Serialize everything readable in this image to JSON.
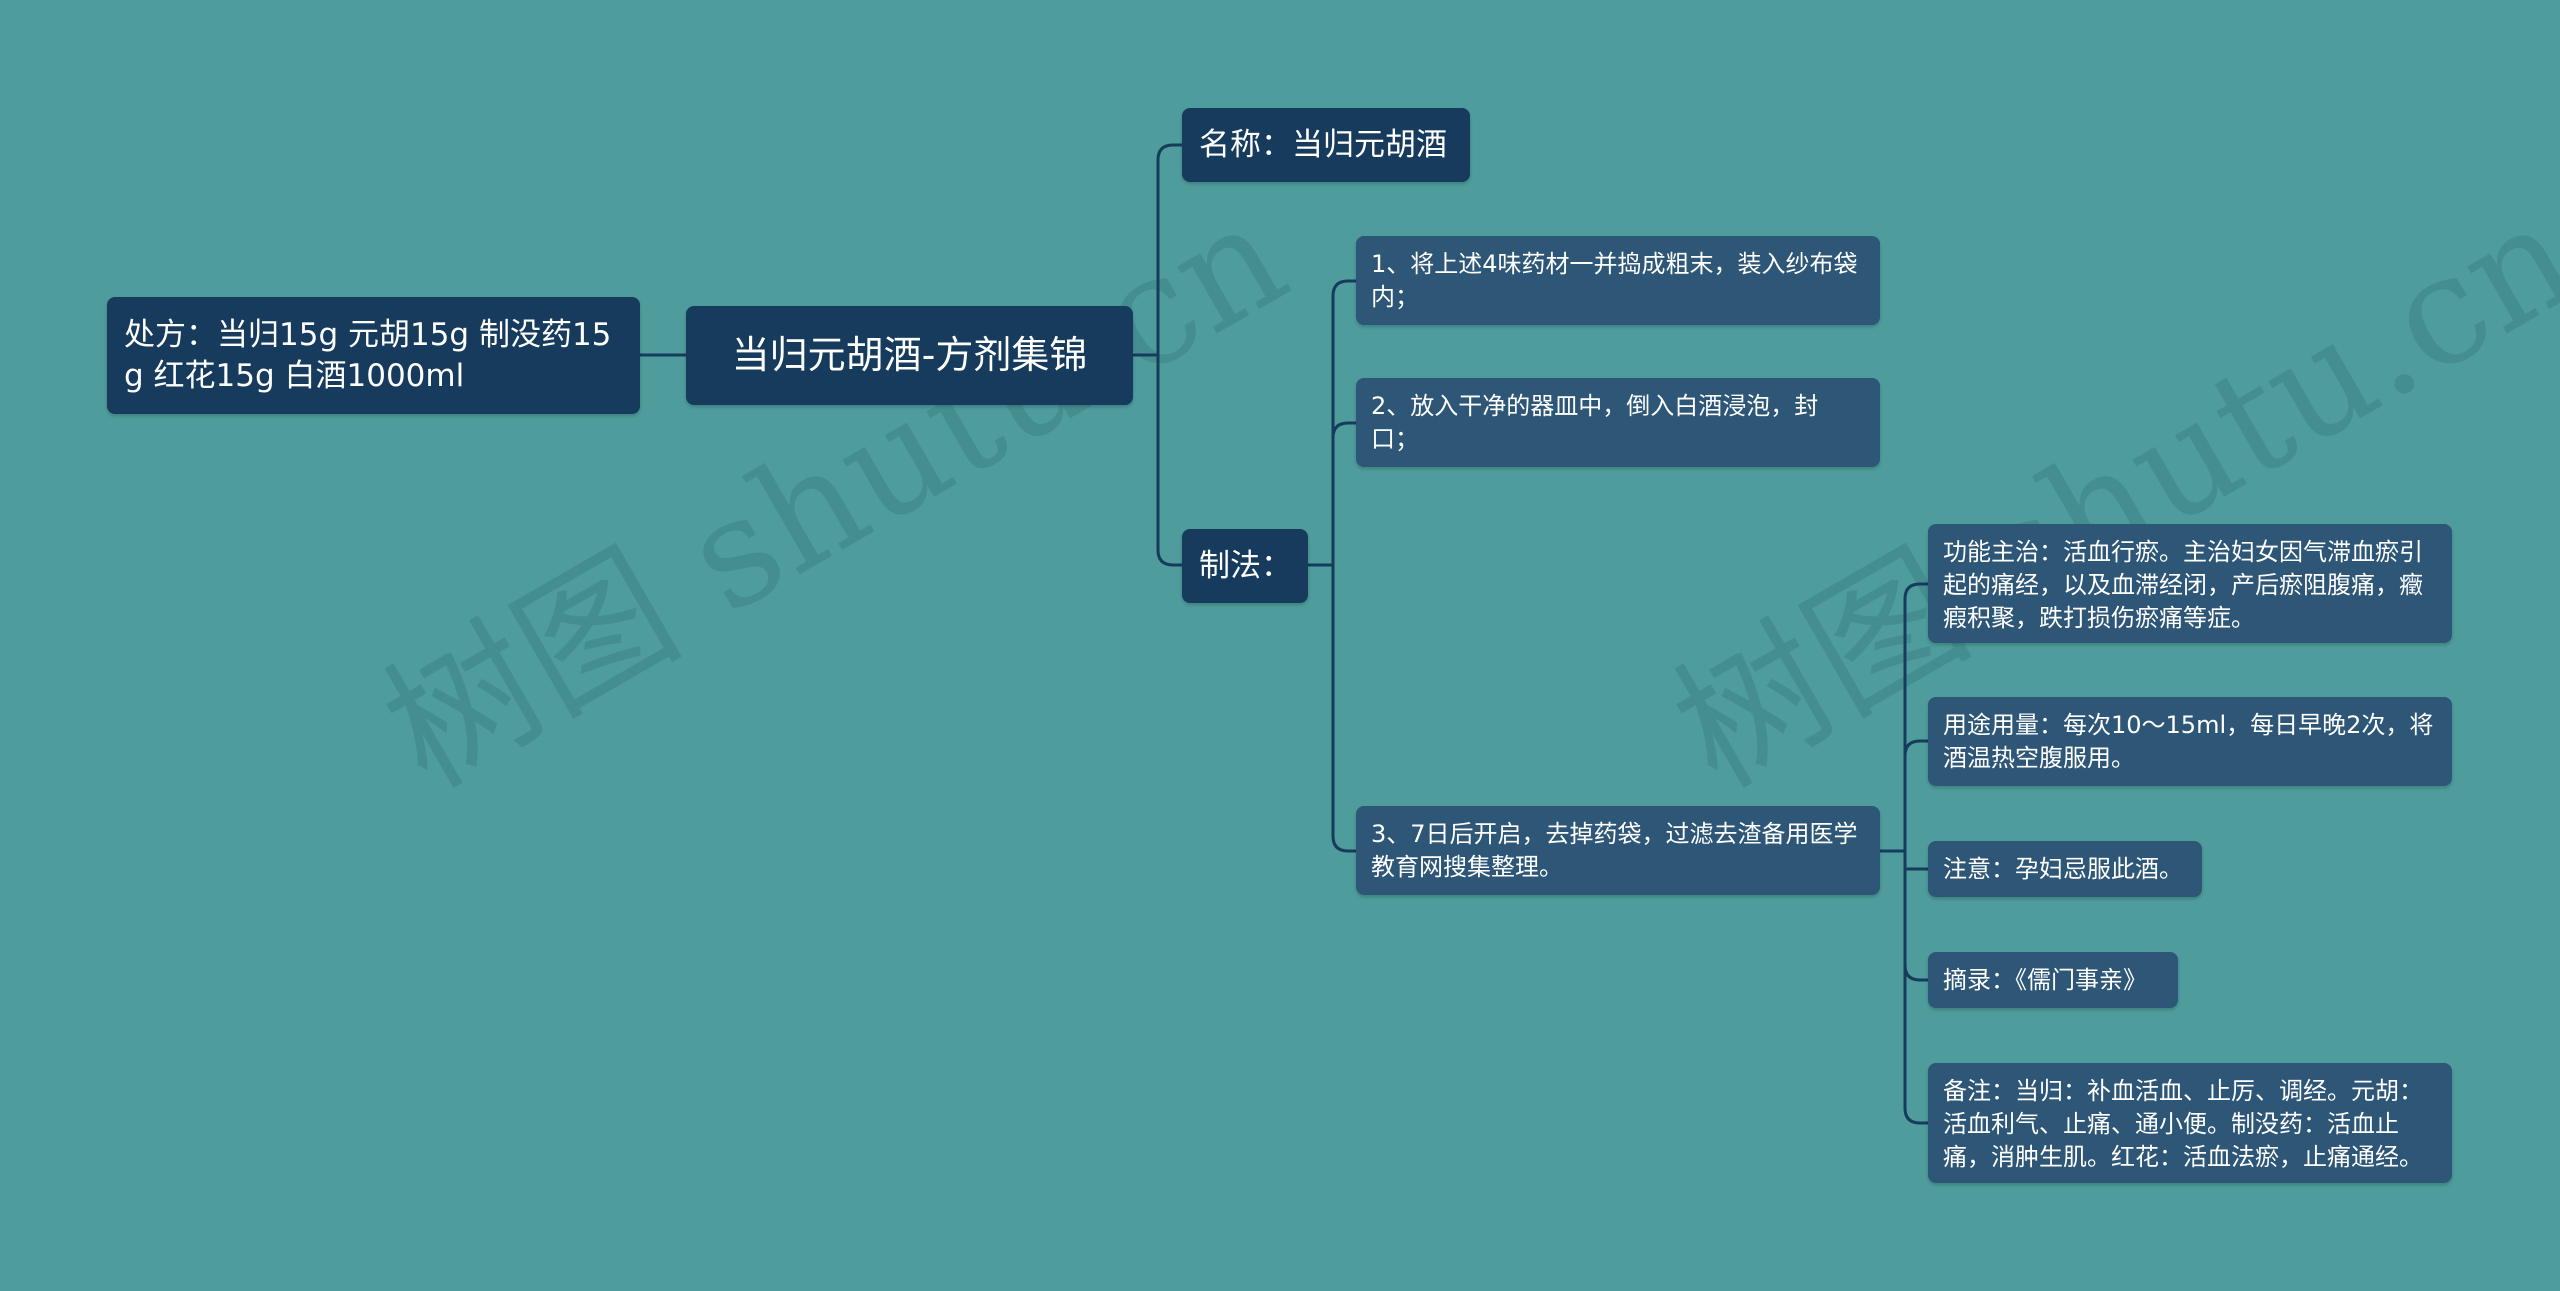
{
  "watermark": "树图 shutu.cn",
  "root": {
    "label": "当归元胡酒-方剂集锦"
  },
  "left": {
    "label": "处方：当归15g 元胡15g 制没药15g 红花15g 白酒1000ml"
  },
  "name_node": {
    "label": "名称：当归元胡酒"
  },
  "method_node": {
    "label": "制法："
  },
  "steps": [
    {
      "label": "1、将上述4味药材一并捣成粗末，装入纱布袋内；"
    },
    {
      "label": "2、放入干净的器皿中，倒入白酒浸泡，封口；"
    },
    {
      "label": "3、7日后开启，去掉药袋，过滤去渣备用医学教育网搜集整理。"
    }
  ],
  "details": [
    {
      "label": "功能主治：活血行瘀。主治妇女因气滞血瘀引起的痛经，以及血滞经闭，产后瘀阻腹痛，癥瘕积聚，跌打损伤瘀痛等症。"
    },
    {
      "label": "用途用量：每次10～15ml，每日早晚2次，将酒温热空腹服用。"
    },
    {
      "label": "注意：孕妇忌服此酒。"
    },
    {
      "label": "摘录：《儒门事亲》"
    },
    {
      "label": "备注：当归：补血活血、止厉、调经。元胡：活血利气、止痛、通小便。制没药：活血止痛，消肿生肌。红花：活血法瘀，止痛通经。"
    }
  ],
  "colors": {
    "background": "#4e9c9c",
    "node_dark": "#163b5c",
    "node_light": "#2d5677",
    "connector": "#163b5c"
  }
}
